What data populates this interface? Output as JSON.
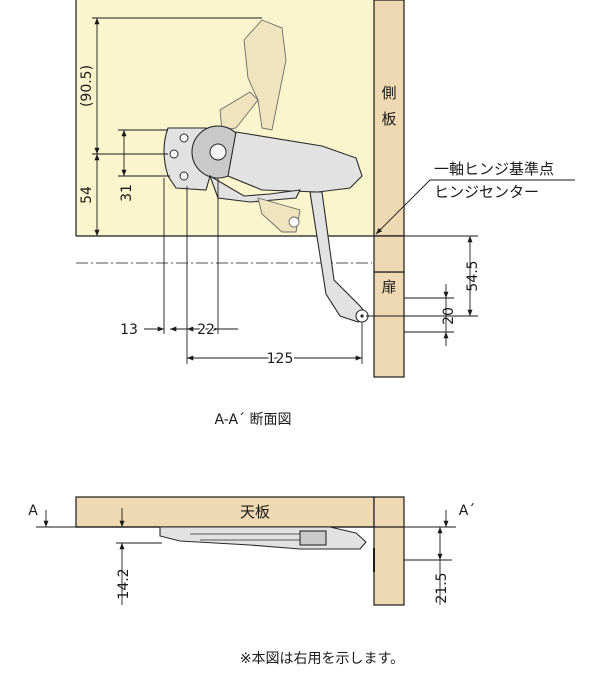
{
  "colors": {
    "wood": "#efd9b2",
    "panel": "#fbf5cd",
    "line": "#1a1a1a",
    "part": "#e2e2e2"
  },
  "labels": {
    "side_panel": "側板",
    "door": "扉",
    "hinge_ref": "一軸ヒンジ基準点",
    "hinge_center": "ヒンジセンター",
    "top_panel": "天板",
    "section_mark_a": "A",
    "section_mark_a_prime": "A´",
    "section_caption": "A-A´ 断面図",
    "note": "※本図は右用を示します。"
  },
  "dimensions": {
    "d_90_5": "(90.5)",
    "d_54": "54",
    "d_31": "31",
    "d_13": "13",
    "d_22": "22",
    "d_125": "125",
    "d_54_5": "54.5",
    "d_20": "20",
    "d_14_2": "14.2",
    "d_21_5": "21.5"
  }
}
